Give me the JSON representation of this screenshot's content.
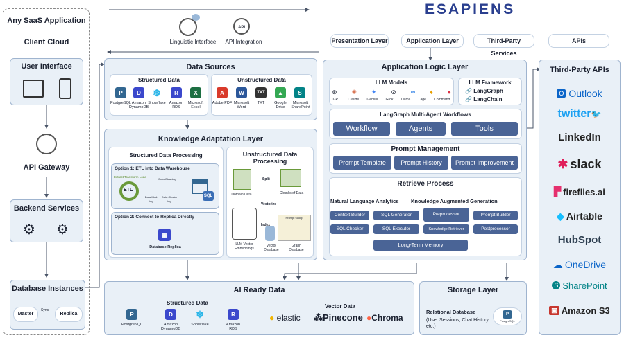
{
  "brand": "ESAPIENS",
  "client": {
    "title": "Any SaaS Application",
    "subtitle": "Client Cloud",
    "ui": "User Interface",
    "gateway": "API Gateway",
    "backend": "Backend Services",
    "db": "Database Instances",
    "master": "Master",
    "replica": "Replica",
    "sync": "Sync"
  },
  "top": {
    "linguistic": "Linguistic Interface",
    "api_integration": "API Integration",
    "api_badge": "API"
  },
  "layers": {
    "presentation": "Presentation Layer",
    "application": "Application Layer",
    "third_party": "Third-Party Services",
    "apis": "APIs"
  },
  "data_sources": {
    "title": "Data Sources",
    "structured": "Structured Data",
    "unstructured": "Unstructured Data",
    "structured_items": [
      "PostgreSQL",
      "Amazon DynamoDB",
      "Snowflake",
      "Amazon RDS",
      "Microsoft Excel"
    ],
    "unstructured_items": [
      "Adobe PDF",
      "Microsoft Word",
      "TXT",
      "Google Drive",
      "Microsoft SharePoint"
    ]
  },
  "kal": {
    "title": "Knowledge Adaptation Layer",
    "sdp": "Structured Data Processing",
    "udp": "Unstructured Data Processing",
    "opt1": "Option 1: ETL into Data Warehouse",
    "etl": "ETL",
    "etl_steps": "Extract Transform Load",
    "cleaning": "Data Cleaning",
    "data_mod": "Data Mod. ing",
    "data_cluster": "Data Cluster ing",
    "sql": "SQL",
    "opt2": "Option 2: Connect to Replica Directly",
    "replica": "Database Replica",
    "domain": "Domain Data",
    "split": "Split",
    "chunks": "Chunks of Data",
    "vectorize": "Vectorize",
    "index": "Index",
    "llm_embed": "LLM Vector Embeddings",
    "vector_db": "Vector Database",
    "graph_db": "Graph Database",
    "prompt_group": "Prompt Group"
  },
  "ai_ready": {
    "title": "AI Ready Data",
    "structured": "Structured Data",
    "vector": "Vector Data",
    "structured_items": [
      "PostgreSQL",
      "Amazon DynamoDB",
      "Snowflake",
      "Amazon RDS"
    ],
    "vector_items": [
      "elastic",
      "Pinecone",
      "Chroma"
    ]
  },
  "app_logic": {
    "title": "Application Logic Layer",
    "llm_models": "LLM Models",
    "models": [
      "GPT",
      "Claude",
      "Gemini",
      "Grok",
      "Llama",
      "Lage",
      "Command"
    ],
    "framework": "LLM Framework",
    "frameworks": [
      "LangGraph",
      "LangChain"
    ],
    "multi_agent": "LangGraph Multi-Agent Workflows",
    "ma_items": [
      "Workflow",
      "Agents",
      "Tools"
    ],
    "prompt_mgmt": "Prompt Management",
    "pm_items": [
      "Prompt Template",
      "Prompt History",
      "Prompt Improvement"
    ],
    "retrieve": "Retrieve Process",
    "nla": "Natural Language Analytics",
    "kag": "Knowledge Augmented Generation",
    "rp_row1": [
      "Context Builder",
      "SQL Generator",
      "Preprocessor",
      "Prompt Builder"
    ],
    "rp_row2": [
      "SQL Checker",
      "SQL Executor",
      "Knowledge Retriever",
      "Postprocessor"
    ],
    "memory": "Long-Term Memory"
  },
  "storage": {
    "title": "Storage Layer",
    "rel_db": "Relational Database",
    "desc": "(User Sessions, Chat History, etc.)",
    "pg": "PostgreSQL"
  },
  "third_party": {
    "title": "Third-Party APIs",
    "items": [
      "Outlook",
      "twitter",
      "LinkedIn",
      "slack",
      "fireflies.ai",
      "Airtable",
      "HubSpot",
      "OneDrive",
      "SharePoint",
      "Amazon S3"
    ]
  },
  "colors": {
    "accent": "#4a6496",
    "panel": "#e9f0f7",
    "brand": "#2a3f8f"
  }
}
